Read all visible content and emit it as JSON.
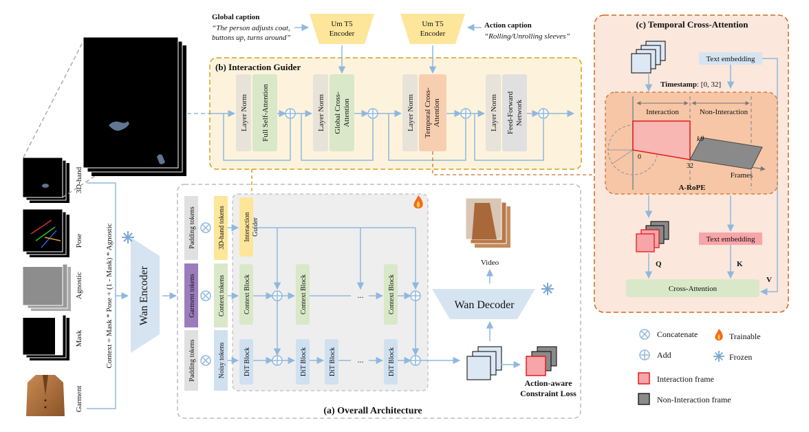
{
  "global_caption": {
    "label": "Global caption",
    "text_line1": "“The person adjusts coat,",
    "text_line2": "buttons up, turns around”"
  },
  "action_caption": {
    "label": "Action caption",
    "text": "“Rolling/Unrolling sleeves”"
  },
  "encoders": {
    "line1": "Um T5",
    "line2": "Encoder"
  },
  "guider": {
    "title": "(b) Interaction Guider",
    "layer_norm": "Layer Norm",
    "full_self_attention": "Full Self-Attention",
    "global_cross_attention_1": "Global Cross-",
    "global_cross_attention_2": "Attention",
    "temporal_cross_attention_1": "Temporal Cross-",
    "temporal_cross_attention_2": "Attention",
    "ffn_1": "Feed-Forward",
    "ffn_2": "Network"
  },
  "temporal": {
    "title": "(c) Temporal Cross-Attention",
    "text_embedding": "Text embedding",
    "timestamp_label": "Timestamp",
    "timestamp_value": ": [0, 32]",
    "interaction": "Interaction",
    "non_interaction": "Non-Interaction",
    "frames": "Frames",
    "zero": "0",
    "thirty_two": "32",
    "k_theta": "kθ",
    "arope": "A-RoPE",
    "q": "Q",
    "k": "K",
    "v": "V",
    "cross_attention": "Cross-Attention"
  },
  "inputs": {
    "hand": "3D-hand",
    "pose": "Pose",
    "agnostic": "Agnostic",
    "mask": "Mask",
    "garment": "Garment",
    "context_formula": "Context = Mask * Pose + (1 - Mask) * Agnostic"
  },
  "architecture": {
    "title": "(a) Overall Architecture",
    "wan_encoder": "Wan Encoder",
    "wan_decoder": "Wan Decoder",
    "padding_tokens": "Padding tokens",
    "hand_tokens": "3D-hand tokens",
    "garment_tokens": "Garment tokens",
    "context_tokens": "Context tokens",
    "noisy_tokens": "Noisy tokens",
    "interaction_guider_1": "Interaction",
    "interaction_guider_2": "Guider",
    "context_block": "Context Block",
    "dit_block": "DiT Block",
    "ellipsis": "...",
    "video": "Video",
    "loss_1": "Action-aware",
    "loss_2": "Constraint Loss"
  },
  "legend": {
    "concatenate": "Concatenate",
    "add": "Add",
    "trainable": "Trainable",
    "frozen": "Frozen",
    "interaction_frame": "Interaction frame",
    "non_interaction_frame": "Non-Interaction frame"
  },
  "colors": {
    "arrow": "#8fb8de",
    "guider_bg": "#fdf3dc",
    "guider_border": "#d4a017",
    "temporal_bg": "#fbe7dc",
    "temporal_border": "#cc6a24",
    "arch_bg": "#f0f0f0",
    "block_green": "#d9e8c8",
    "block_blue": "#cfe0f1",
    "block_orange": "#f7cfb0",
    "block_yellow": "#fde59a",
    "block_purple": "#9b7cbd",
    "layer_norm_gray": "#e8e3d8",
    "interaction_red": "#f6a5a9",
    "noninteraction_gray": "#8a8a8a"
  }
}
